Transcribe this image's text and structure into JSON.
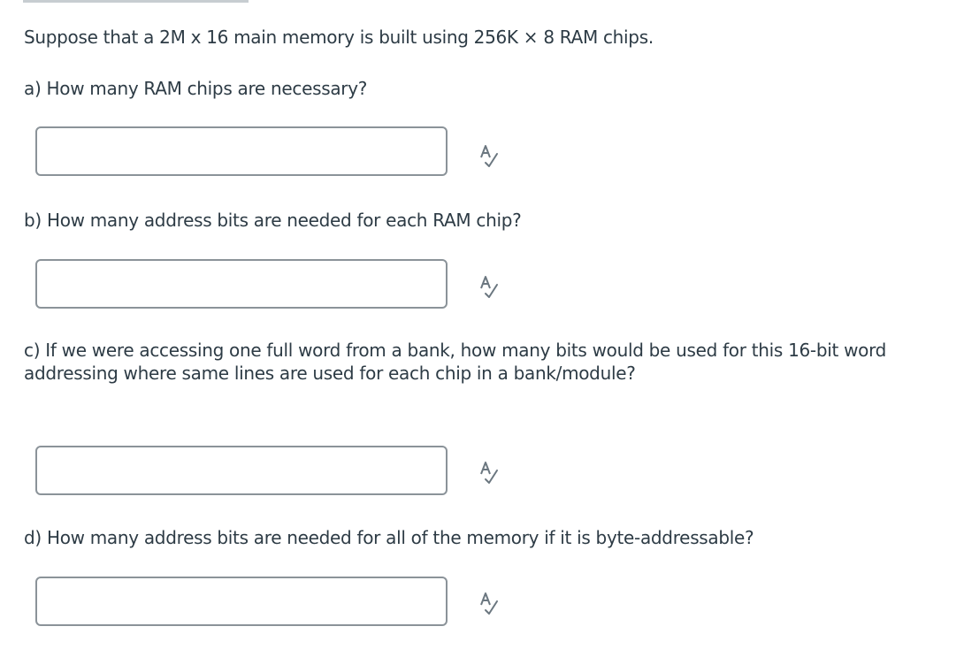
{
  "question": {
    "intro": "Suppose that a 2M x 16 main memory is built using 256K × 8 RAM chips.",
    "parts": [
      {
        "label": "a) How many RAM chips are necessary?",
        "value": ""
      },
      {
        "label": "b) How many address bits are needed for each RAM chip?",
        "value": ""
      },
      {
        "label": "c) If we were accessing one full word from a bank, how many bits would be used for this 16-bit word addressing where same lines are used for each chip in a bank/module?",
        "value": ""
      },
      {
        "label": "d) How many address bits are needed for all of the memory if it is byte-addressable?",
        "value": ""
      }
    ],
    "check_icon": "spellcheck-icon"
  },
  "colors": {
    "text": "#2d3b45",
    "input_border": "#8b9399",
    "icon": "#6b7780"
  }
}
